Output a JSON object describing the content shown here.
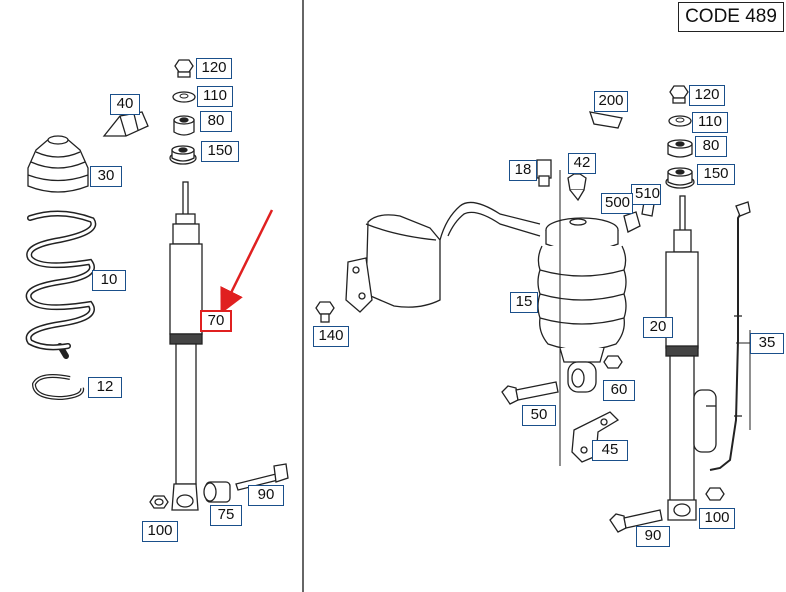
{
  "code_label": "CODE 489",
  "callouts": {
    "l120": "120",
    "l110": "110",
    "l80": "80",
    "l150": "150",
    "l40": "40",
    "l30": "30",
    "l10": "10",
    "l12": "12",
    "l70": "70",
    "l100": "100",
    "l75": "75",
    "l90": "90",
    "r200": "200",
    "r120": "120",
    "r110": "110",
    "r80": "80",
    "r150": "150",
    "r18": "18",
    "r42": "42",
    "r510": "510",
    "r500": "500",
    "r140": "140",
    "r15": "15",
    "r20": "20",
    "r35": "35",
    "r60": "60",
    "r50": "50",
    "r45": "45",
    "r100": "100",
    "r90": "90"
  },
  "colors": {
    "callout_border": "#1a4f8a",
    "highlight": "#e02020",
    "line": "#222222"
  }
}
